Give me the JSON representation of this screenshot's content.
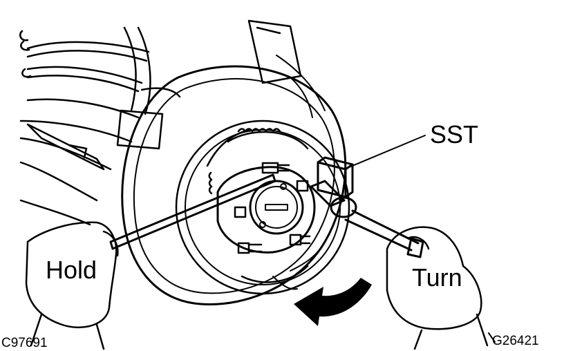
{
  "diagram": {
    "labels": {
      "sst": "SST",
      "hold": "Hold",
      "turn": "Turn"
    },
    "codes": {
      "left": "C97691",
      "right": "G26421"
    },
    "line_color": "#000000",
    "background": "#ffffff",
    "icons": [
      "rotation-arrow-icon"
    ]
  }
}
